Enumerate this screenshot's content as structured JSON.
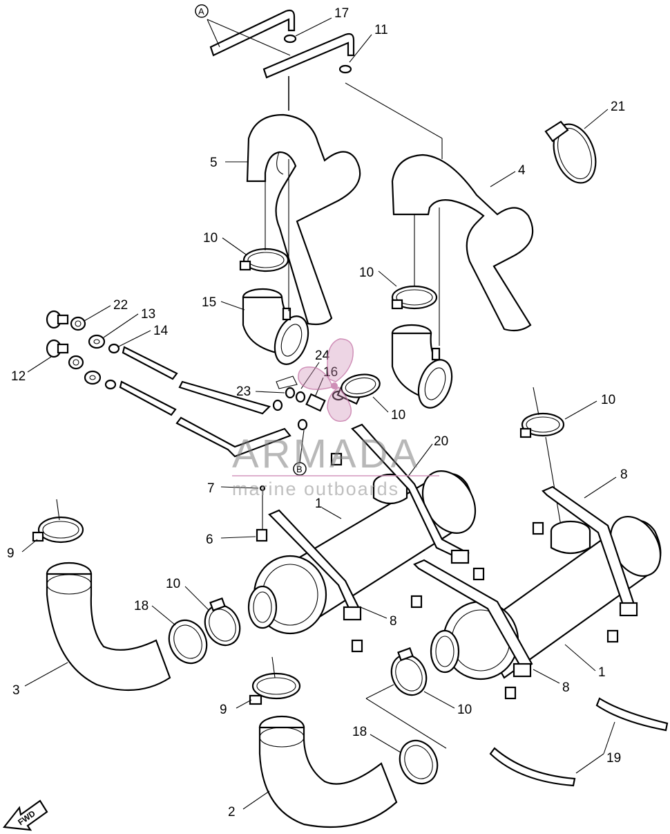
{
  "diagram": {
    "part_labels": [
      {
        "id": "p17",
        "text": "17"
      },
      {
        "id": "p11",
        "text": "11"
      },
      {
        "id": "p21",
        "text": "21"
      },
      {
        "id": "p5",
        "text": "5"
      },
      {
        "id": "p4",
        "text": "4"
      },
      {
        "id": "p10a",
        "text": "10"
      },
      {
        "id": "p10b",
        "text": "10"
      },
      {
        "id": "p15",
        "text": "15"
      },
      {
        "id": "p22",
        "text": "22"
      },
      {
        "id": "p13",
        "text": "13"
      },
      {
        "id": "p14",
        "text": "14"
      },
      {
        "id": "p12",
        "text": "12"
      },
      {
        "id": "p24",
        "text": "24"
      },
      {
        "id": "p16",
        "text": "16"
      },
      {
        "id": "p23",
        "text": "23"
      },
      {
        "id": "p10c",
        "text": "10"
      },
      {
        "id": "p10d",
        "text": "10"
      },
      {
        "id": "p20",
        "text": "20"
      },
      {
        "id": "p8a",
        "text": "8"
      },
      {
        "id": "p7",
        "text": "7"
      },
      {
        "id": "p1a",
        "text": "1"
      },
      {
        "id": "p6",
        "text": "6"
      },
      {
        "id": "p9a",
        "text": "9"
      },
      {
        "id": "p10e",
        "text": "10"
      },
      {
        "id": "p18a",
        "text": "18"
      },
      {
        "id": "p8b",
        "text": "8"
      },
      {
        "id": "p8c",
        "text": "8"
      },
      {
        "id": "p1b",
        "text": "1"
      },
      {
        "id": "p3",
        "text": "3"
      },
      {
        "id": "p9b",
        "text": "9"
      },
      {
        "id": "p10f",
        "text": "10"
      },
      {
        "id": "p18b",
        "text": "18"
      },
      {
        "id": "p19",
        "text": "19"
      },
      {
        "id": "p2",
        "text": "2"
      }
    ],
    "reference_marks": {
      "a": "A",
      "b": "B"
    },
    "fwd_label": "FWD"
  },
  "watermark": {
    "brand": "ARMADA",
    "tagline": "marine outboards",
    "color": "#d08fb8"
  }
}
